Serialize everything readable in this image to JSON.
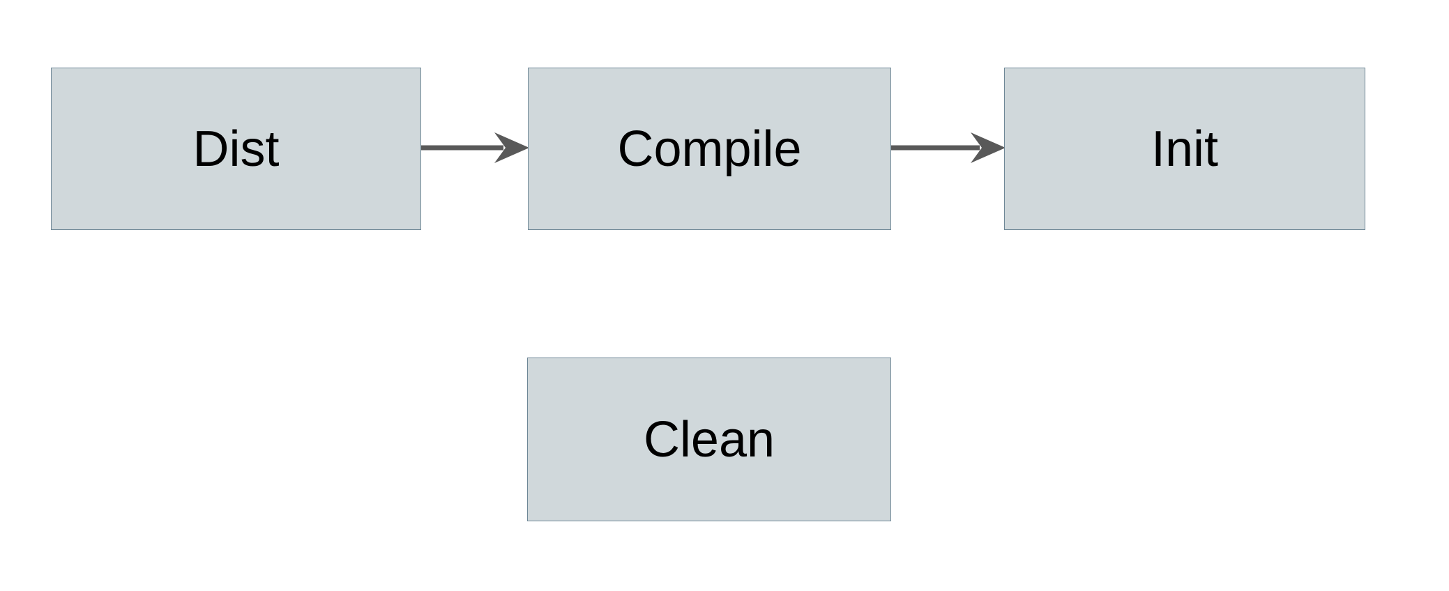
{
  "diagram": {
    "type": "flowchart",
    "orientation": "left-to-right",
    "background_color": "#FFFFFF",
    "node_fill_color": "#D0D8DB",
    "node_border_color": "#6E8796",
    "edge_color": "#595959",
    "label_color": "#000000",
    "nodes": [
      {
        "id": "dist",
        "label": "Dist",
        "shape": "rectangle"
      },
      {
        "id": "compile",
        "label": "Compile",
        "shape": "rectangle"
      },
      {
        "id": "init",
        "label": "Init",
        "shape": "rectangle"
      },
      {
        "id": "clean",
        "label": "Clean",
        "shape": "rectangle"
      }
    ],
    "edges": [
      {
        "from": "dist",
        "to": "compile",
        "style": "solid",
        "arrowhead": "filled-barbed",
        "label": ""
      },
      {
        "from": "compile",
        "to": "init",
        "style": "solid",
        "arrowhead": "filled-barbed",
        "label": ""
      }
    ]
  }
}
